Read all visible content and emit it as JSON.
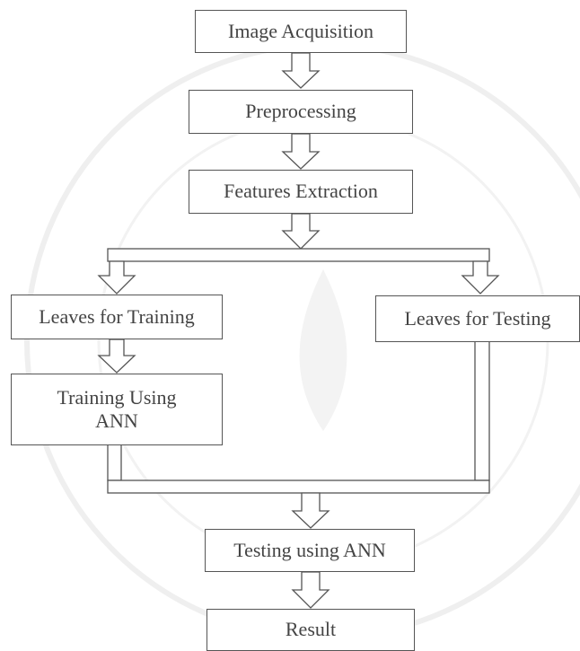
{
  "diagram": {
    "type": "flowchart",
    "nodes": {
      "image_acquisition": "Image Acquisition",
      "preprocessing": "Preprocessing",
      "features_extraction": "Features Extraction",
      "leaves_for_training": "Leaves for Training",
      "training_using_ann_line1": "Training Using",
      "training_using_ann_line2": "ANN",
      "leaves_for_testing": "Leaves for Testing",
      "testing_using_ann": "Testing using ANN",
      "result": "Result"
    },
    "edges": [
      [
        "Image Acquisition",
        "Preprocessing"
      ],
      [
        "Preprocessing",
        "Features Extraction"
      ],
      [
        "Features Extraction",
        "Leaves for Training"
      ],
      [
        "Features Extraction",
        "Leaves for Testing"
      ],
      [
        "Leaves for Training",
        "Training Using ANN"
      ],
      [
        "Training Using ANN",
        "Testing using ANN"
      ],
      [
        "Leaves for Testing",
        "Testing using ANN"
      ],
      [
        "Testing using ANN",
        "Result"
      ]
    ]
  },
  "colors": {
    "stroke": "#555555",
    "text": "#444444",
    "background": "#ffffff",
    "watermark": "#e9e9e9"
  }
}
